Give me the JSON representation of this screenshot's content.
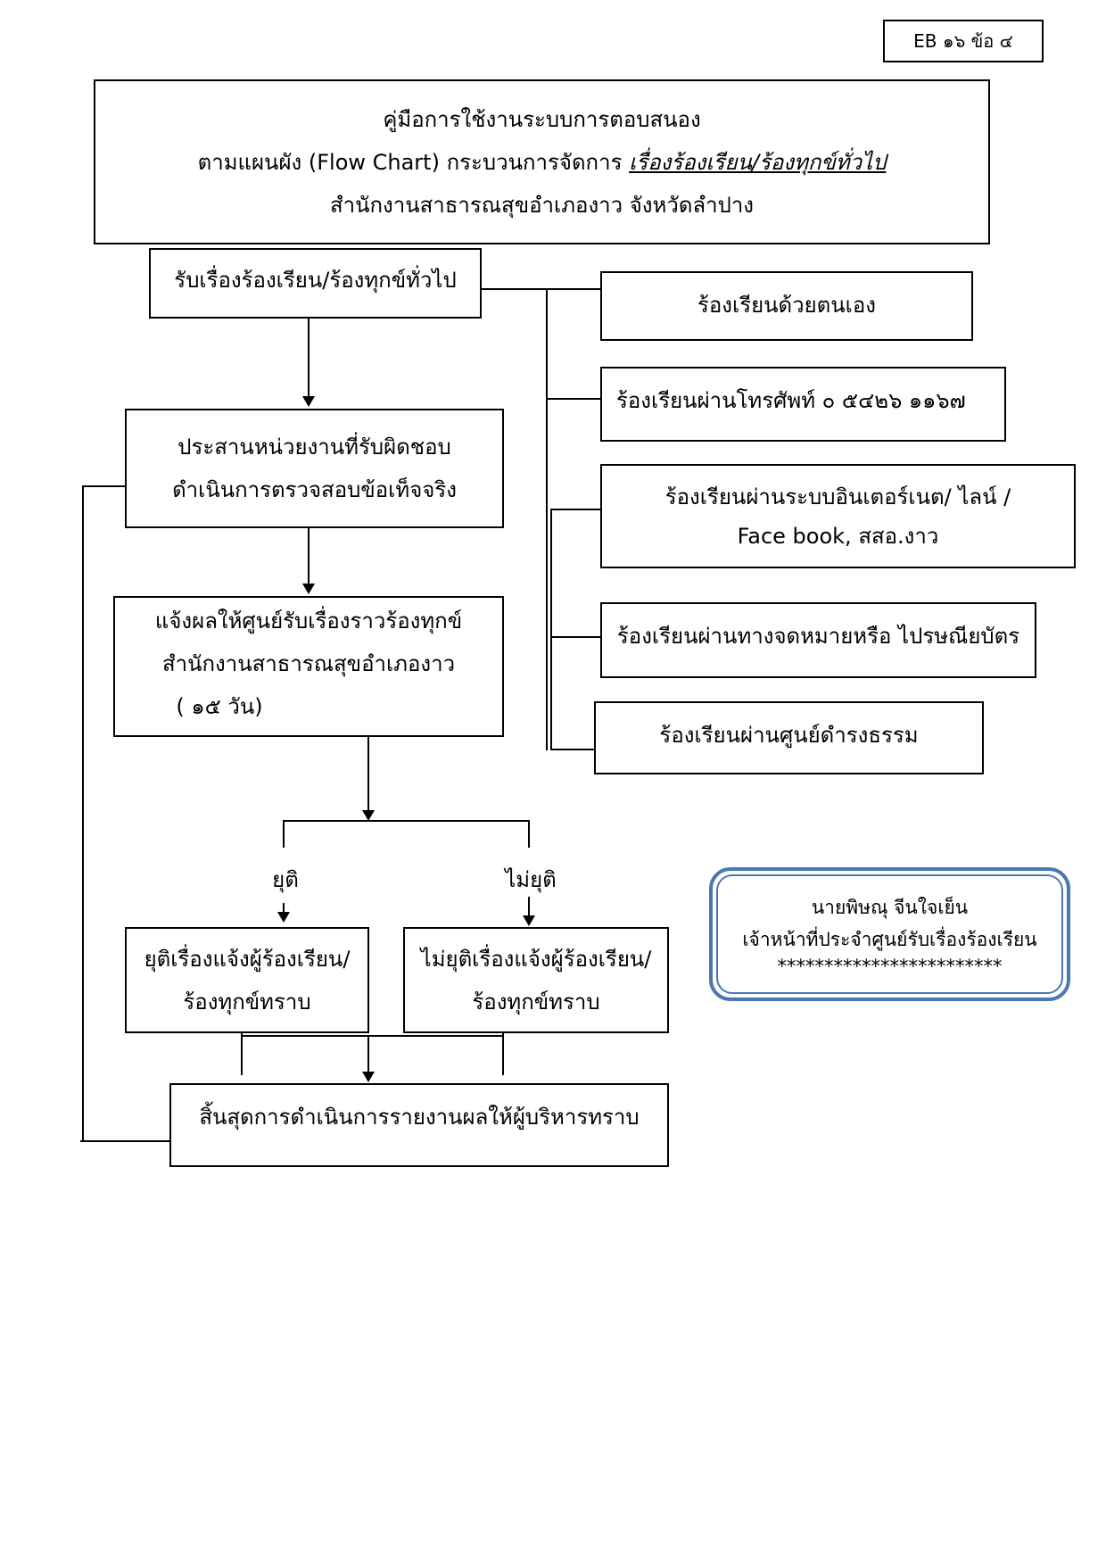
{
  "doc_code": "EB ๑๖ ข้อ ๔",
  "header": {
    "line1": "คู่มือการใช้งานระบบการตอบสนอง",
    "line2_prefix": "ตามแผนผัง (Flow Chart) กระบวนการจัดการ",
    "line2_emphasis": "เรื่องร้องเรียน/ร้องทุกข์ทั่วไป",
    "line3": "สำนักงานสาธารณสุขอำเภองาว จังหวัดลำปาง"
  },
  "flow": {
    "receive": "รับเรื่องร้องเรียน/ร้องทุกข์ทั่วไป",
    "coordinate_1": "ประสานหน่วยงานที่รับผิดชอบ",
    "coordinate_2": "ดำเนินการตรวจสอบข้อเท็จจริง",
    "notify_1": "แจ้งผลให้ศูนย์รับเรื่องราวร้องทุกข์",
    "notify_2": "สำนักงานสาธารณสุขอำเภองาว",
    "notify_3": "( ๑๕ วัน)",
    "branch_resolved": "ยุติ",
    "branch_unresolved": "ไม่ยุติ",
    "resolved_1": "ยุติเรื่องแจ้งผู้ร้องเรียน/",
    "resolved_2": "ร้องทุกข์ทราบ",
    "unresolved_1": "ไม่ยุติเรื่องแจ้งผู้ร้องเรียน/",
    "unresolved_2": "ร้องทุกข์ทราบ",
    "end": "สิ้นสุดการดำเนินการรายงานผลให้ผู้บริหารทราบ"
  },
  "channels": [
    {
      "line1": "ร้องเรียนด้วยตนเอง",
      "line2": ""
    },
    {
      "line1": "ร้องเรียนผ่านโทรศัพท์ ๐ ๕๔๒๖ ๑๑๖๗",
      "line2": ""
    },
    {
      "line1": "ร้องเรียนผ่านระบบอินเตอร์เนต/ ไลน์ /",
      "line2": "Face book, สสอ.งาว"
    },
    {
      "line1": "ร้องเรียนผ่านทางจดหมายหรือ ไปรษณียบัตร",
      "line2": ""
    },
    {
      "line1": "ร้องเรียนผ่านศูนย์ดำรงธรรม",
      "line2": ""
    }
  ],
  "contact": {
    "name": "นายพิษณุ  จีนใจเย็น",
    "role": "เจ้าหน้าที่ประจำศูนย์รับเรื่องร้องเรียน",
    "stars": "************************"
  },
  "colors": {
    "contact_border": "#4a78b5"
  }
}
